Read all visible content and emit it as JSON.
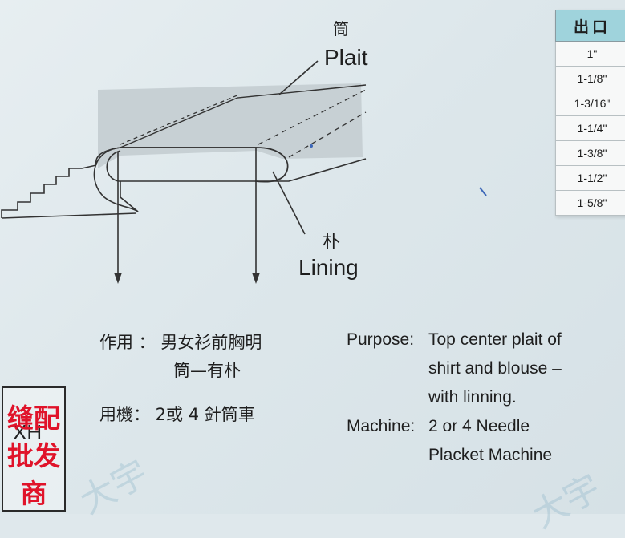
{
  "labels": {
    "tong": "筒",
    "plait": "Plait",
    "pu": "朴",
    "lining": "Lining"
  },
  "size_table": {
    "header": "出口",
    "sizes": [
      "1\"",
      "1-1/8\"",
      "1-3/16\"",
      "1-1/4\"",
      "1-3/8\"",
      "1-1/2\"",
      "1-5/8\""
    ]
  },
  "usage_cn": {
    "line1": "作用 ： 男女衫前胸明",
    "line2": "筒—有朴"
  },
  "machine_cn": "用機： 2或 4 針筒車",
  "purpose_en": {
    "key": "Purpose:",
    "line1": "Top center plait of",
    "line2": "shirt and blouse –",
    "line3": "with linning."
  },
  "machine_en": {
    "key": "Machine:",
    "line1": "2 or 4 Needle",
    "line2": "Placket Machine"
  },
  "stamp": {
    "code": "XH",
    "red_line1": "缝配",
    "red_line2": "批发商"
  },
  "watermark": "大宇"
}
